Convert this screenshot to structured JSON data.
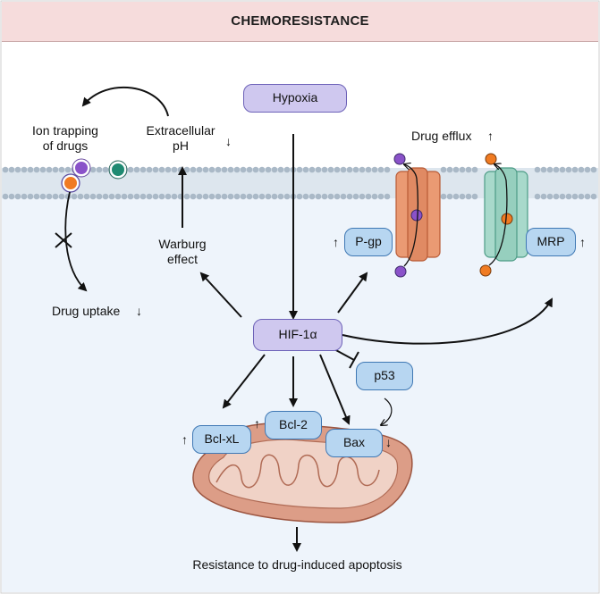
{
  "title": "CHEMORESISTANCE",
  "nodes": {
    "hypoxia": "Hypoxia",
    "hif1a": "HIF-1α",
    "pgp": "P-gp",
    "mrp": "MRP",
    "p53": "p53",
    "bclxl": "Bcl-xL",
    "bcl2": "Bcl-2",
    "bax": "Bax"
  },
  "labels": {
    "ion_trapping_line1": "Ion trapping",
    "ion_trapping_line2": "of drugs",
    "extracellular_line1": "Extracellular",
    "extracellular_line2": "pH",
    "warburg_line1": "Warburg",
    "warburg_line2": "effect",
    "drug_uptake": "Drug uptake",
    "drug_efflux": "Drug efflux",
    "resistance": "Resistance to drug-induced apoptosis"
  },
  "indicators": {
    "down": "↓",
    "up": "↑"
  },
  "colors": {
    "title_bg": "#f6dcdc",
    "cytoplasm": "#eef4fb",
    "membrane": "#aab9c7",
    "node_blue": "#b7d6f1",
    "node_purple": "#cfc8ef",
    "pgp_channel": "#e9956e",
    "mrp_channel": "#9dd3c4",
    "mitochondria_outer": "#c98872",
    "drug_purple": "#8a52c9",
    "drug_orange": "#f07b22",
    "drug_teal": "#1f8a72"
  }
}
